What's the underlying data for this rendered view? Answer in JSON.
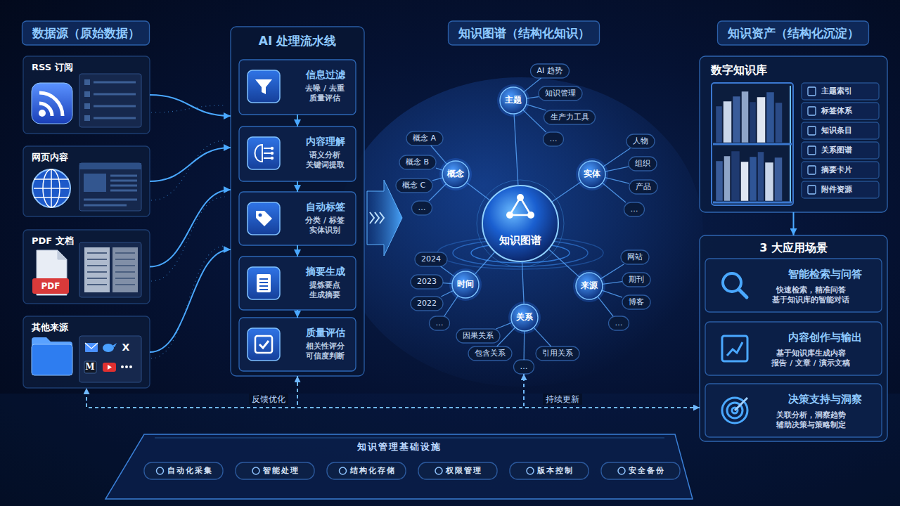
{
  "diagram": {
    "nodes": [
      {
        "text": [
          "数据源（原始数据）"
        ]
      },
      {
        "text": [
          "RSS 订阅"
        ]
      },
      {
        "text": [
          "网页内容"
        ]
      },
      {
        "text": [
          "PDF 文档"
        ]
      },
      {
        "text": [
          "其他来源"
        ]
      },
      {
        "text": [
          "AI 处理流水线"
        ]
      },
      {
        "text": [
          "信息过滤",
          "去噪 / 去重 质量评估"
        ],
        "in": 5
      },
      {
        "text": [
          "内容理解",
          "语义分析 关键词提取"
        ],
        "in": 5
      },
      {
        "text": [
          "自动标签",
          "分类 / 标签 实体识别"
        ],
        "in": 5
      },
      {
        "text": [
          "摘要生成",
          "提炼要点 生成摘要"
        ],
        "in": 5
      },
      {
        "text": [
          "质量评估",
          "相关性评分 可信度判断"
        ],
        "in": 5
      },
      {
        "text": [
          "知识图谱（结构化知识）"
        ]
      },
      {
        "text": [
          "知识图谱"
        ]
      },
      {
        "text": [
          "主题"
        ]
      },
      {
        "text": [
          "AI 趋势"
        ]
      },
      {
        "text": [
          "知识管理"
        ]
      },
      {
        "text": [
          "生产力工具"
        ]
      },
      {
        "text": [
          "…"
        ]
      },
      {
        "text": [
          "概念"
        ]
      },
      {
        "text": [
          "概念 A"
        ]
      },
      {
        "text": [
          "概念 B"
        ]
      },
      {
        "text": [
          "概念 C"
        ]
      },
      {
        "text": [
          "…"
        ]
      },
      {
        "text": [
          "实体"
        ]
      },
      {
        "text": [
          "人物"
        ]
      },
      {
        "text": [
          "组织"
        ]
      },
      {
        "text": [
          "产品"
        ]
      },
      {
        "text": [
          "…"
        ]
      },
      {
        "text": [
          "时间"
        ]
      },
      {
        "text": [
          "2024"
        ]
      },
      {
        "text": [
          "2023"
        ]
      },
      {
        "text": [
          "2022"
        ]
      },
      {
        "text": [
          "…"
        ]
      },
      {
        "text": [
          "来源"
        ]
      },
      {
        "text": [
          "网站"
        ]
      },
      {
        "text": [
          "期刊"
        ]
      },
      {
        "text": [
          "博客"
        ]
      },
      {
        "text": [
          "…"
        ]
      },
      {
        "text": [
          "关系"
        ]
      },
      {
        "text": [
          "因果关系"
        ]
      },
      {
        "text": [
          "包含关系"
        ]
      },
      {
        "text": [
          "引用关系"
        ]
      },
      {
        "text": [
          "…"
        ]
      },
      {
        "text": [
          "知识资产（结构化沉淀）"
        ]
      },
      {
        "text": [
          "数字知识库"
        ]
      },
      {
        "text": [
          "主题索引"
        ],
        "in": 44
      },
      {
        "text": [
          "标签体系"
        ],
        "in": 44
      },
      {
        "text": [
          "知识条目"
        ],
        "in": 44
      },
      {
        "text": [
          "关系图谱"
        ],
        "in": 44
      },
      {
        "text": [
          "摘要卡片"
        ],
        "in": 44
      },
      {
        "text": [
          "附件资源"
        ],
        "in": 44
      },
      {
        "text": [
          "3 大应用场景"
        ]
      },
      {
        "text": [
          "智能检索与问答",
          "快速检索，精准问答 基于知识库的智能对话"
        ],
        "in": 51
      },
      {
        "text": [
          "内容创作与输出",
          "基于知识库生成内容 报告 / 文章 / 演示文稿"
        ],
        "in": 51
      },
      {
        "text": [
          "决策支持与洞察",
          "关联分析，洞察趋势 辅助决策与策略制定"
        ],
        "in": 51
      },
      {
        "text": [
          "知识管理基础设施"
        ]
      },
      {
        "text": [
          "自动化采集"
        ],
        "in": 55
      },
      {
        "text": [
          "智能处理"
        ],
        "in": 55
      },
      {
        "text": [
          "结构化存储"
        ],
        "in": 55
      },
      {
        "text": [
          "权限管理"
        ],
        "in": 55
      },
      {
        "text": [
          "版本控制"
        ],
        "in": 55
      },
      {
        "text": [
          "安全备份"
        ],
        "in": 55
      }
    ],
    "edges": [
      {
        "from": 1,
        "to": 5,
        "arrow": "to"
      },
      {
        "from": 2,
        "to": 5,
        "arrow": "to"
      },
      {
        "from": 3,
        "to": 5,
        "arrow": "to"
      },
      {
        "from": 4,
        "to": 5,
        "arrow": "to"
      },
      {
        "from": 6,
        "to": 7,
        "arrow": "to"
      },
      {
        "from": 7,
        "to": 8,
        "arrow": "to"
      },
      {
        "from": 8,
        "to": 9,
        "arrow": "to"
      },
      {
        "from": 9,
        "to": 10,
        "arrow": "to"
      },
      {
        "from": 12,
        "to": 13,
        "arrow": "none"
      },
      {
        "from": 12,
        "to": 18,
        "arrow": "none"
      },
      {
        "from": 12,
        "to": 23,
        "arrow": "none"
      },
      {
        "from": 12,
        "to": 28,
        "arrow": "none"
      },
      {
        "from": 12,
        "to": 33,
        "arrow": "none"
      },
      {
        "from": 12,
        "to": 38,
        "arrow": "none"
      },
      {
        "from": 13,
        "to": 14,
        "arrow": "none"
      },
      {
        "from": 13,
        "to": 15,
        "arrow": "none"
      },
      {
        "from": 13,
        "to": 16,
        "arrow": "none"
      },
      {
        "from": 13,
        "to": 17,
        "arrow": "none"
      },
      {
        "from": 18,
        "to": 19,
        "arrow": "none"
      },
      {
        "from": 18,
        "to": 20,
        "arrow": "none"
      },
      {
        "from": 18,
        "to": 21,
        "arrow": "none"
      },
      {
        "from": 18,
        "to": 22,
        "arrow": "none"
      },
      {
        "from": 23,
        "to": 24,
        "arrow": "none"
      },
      {
        "from": 23,
        "to": 25,
        "arrow": "none"
      },
      {
        "from": 23,
        "to": 26,
        "arrow": "none"
      },
      {
        "from": 23,
        "to": 27,
        "arrow": "none"
      },
      {
        "from": 28,
        "to": 29,
        "arrow": "none"
      },
      {
        "from": 28,
        "to": 30,
        "arrow": "none"
      },
      {
        "from": 28,
        "to": 31,
        "arrow": "none"
      },
      {
        "from": 28,
        "to": 32,
        "arrow": "none"
      },
      {
        "from": 33,
        "to": 34,
        "arrow": "none"
      },
      {
        "from": 33,
        "to": 35,
        "arrow": "none"
      },
      {
        "from": 33,
        "to": 36,
        "arrow": "none"
      },
      {
        "from": 33,
        "to": 37,
        "arrow": "none"
      },
      {
        "from": 38,
        "to": 39,
        "arrow": "none"
      },
      {
        "from": 38,
        "to": 40,
        "arrow": "none"
      },
      {
        "from": 38,
        "to": 41,
        "arrow": "none"
      },
      {
        "from": 38,
        "to": 42,
        "arrow": "none"
      },
      {
        "from": 44,
        "to": 51,
        "arrow": "to"
      },
      {
        "from": 51,
        "to": 4,
        "label": "反馈优化",
        "arrow": "both"
      },
      {
        "from": 51,
        "to": 5,
        "arrow": "to"
      },
      {
        "from": 51,
        "to": 42,
        "label": "持续更新",
        "arrow": "to"
      }
    ],
    "labels": [
      "PDF",
      "X",
      "M"
    ]
  }
}
